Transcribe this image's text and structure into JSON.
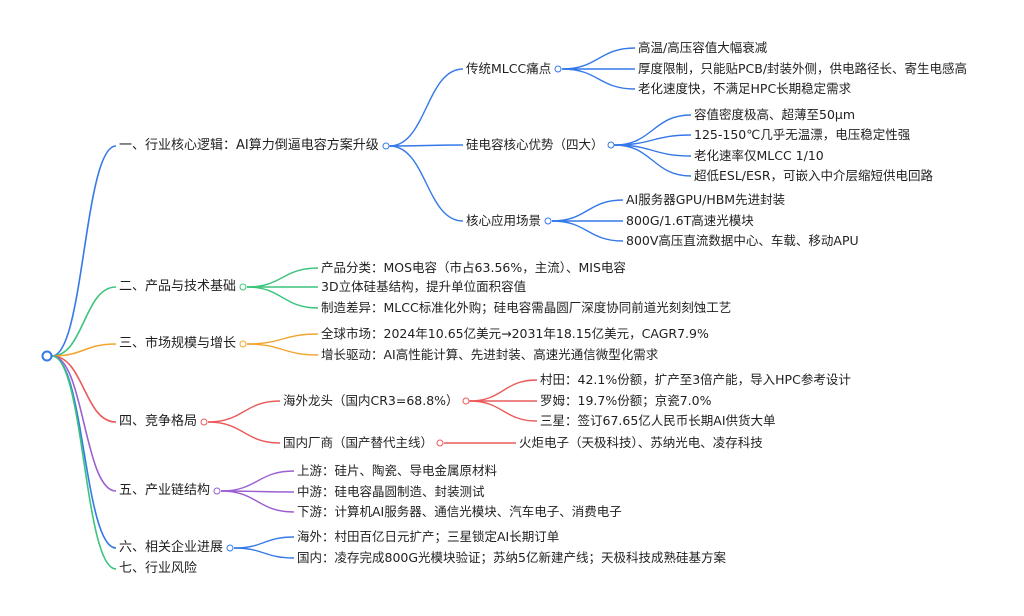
{
  "colors": {
    "blue": "#3579e8",
    "green": "#3cc47c",
    "orange": "#f2a42c",
    "red": "#ea5b5b",
    "purple": "#9b5fd0"
  },
  "sections": [
    {
      "label": "一、行业核心逻辑：AI算力倒逼电容方案升级",
      "color": "blue",
      "children": [
        {
          "label": "传统MLCC痛点",
          "children": [
            {
              "label": "高温/高压容值大幅衰减"
            },
            {
              "label": "厚度限制，只能贴PCB/封装外侧，供电路径长、寄生电感高"
            },
            {
              "label": "老化速度快，不满足HPC长期稳定需求"
            }
          ]
        },
        {
          "label": "硅电容核心优势（四大）",
          "children": [
            {
              "label": "容值密度极高、超薄至50μm"
            },
            {
              "label": "125-150℃几乎无温漂，电压稳定性强"
            },
            {
              "label": "老化速率仅MLCC 1/10"
            },
            {
              "label": "超低ESL/ESR，可嵌入中介层缩短供电回路"
            }
          ]
        },
        {
          "label": "核心应用场景",
          "children": [
            {
              "label": "AI服务器GPU/HBM先进封装"
            },
            {
              "label": "800G/1.6T高速光模块"
            },
            {
              "label": "800V高压直流数据中心、车载、移动APU"
            }
          ]
        }
      ]
    },
    {
      "label": "二、产品与技术基础",
      "color": "green",
      "children": [
        {
          "label": "产品分类：MOS电容（市占63.56%，主流）、MIS电容"
        },
        {
          "label": "3D立体硅基结构，提升单位面积容值"
        },
        {
          "label": "制造差异：MLCC标准化外购；硅电容需晶圆厂深度协同前道光刻刻蚀工艺"
        }
      ]
    },
    {
      "label": "三、市场规模与增长",
      "color": "orange",
      "children": [
        {
          "label": "全球市场：2024年10.65亿美元→2031年18.15亿美元，CAGR7.9%"
        },
        {
          "label": "增长驱动：AI高性能计算、先进封装、高速光通信微型化需求"
        }
      ]
    },
    {
      "label": "四、竞争格局",
      "color": "red",
      "children": [
        {
          "label": "海外龙头（国内CR3=68.8%）",
          "children": [
            {
              "label": "村田：42.1%份额，扩产至3倍产能，导入HPC参考设计"
            },
            {
              "label": "罗姆：19.7%份额；京瓷7.0%"
            },
            {
              "label": "三星：签订67.65亿人民币长期AI供货大单"
            }
          ]
        },
        {
          "label": "国内厂商（国产替代主线）",
          "children": [
            {
              "label": "火炬电子（天极科技）、苏纳光电、凌存科技"
            }
          ]
        }
      ]
    },
    {
      "label": "五、产业链结构",
      "color": "purple",
      "children": [
        {
          "label": "上游：硅片、陶瓷、导电金属原材料"
        },
        {
          "label": "中游：硅电容晶圆制造、封装测试"
        },
        {
          "label": "下游：计算机AI服务器、通信光模块、汽车电子、消费电子"
        }
      ]
    },
    {
      "label": "六、相关企业进展",
      "color": "blue",
      "children": [
        {
          "label": "海外：村田百亿日元扩产；三星锁定AI长期订单"
        },
        {
          "label": "国内：凌存完成800G光模块验证；苏纳5亿新建产线；天极科技成熟硅基方案"
        }
      ]
    },
    {
      "label": "七、行业风险",
      "color": "green",
      "children": []
    }
  ]
}
